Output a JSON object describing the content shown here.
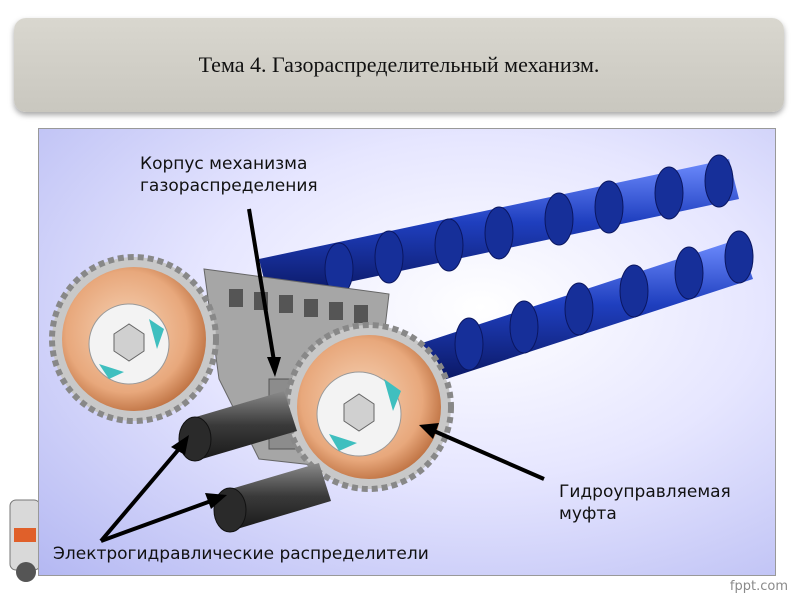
{
  "slide": {
    "title": "Тема 4. Газораспределительный механизм."
  },
  "figure": {
    "labels": {
      "housing_line1": "Корпус механизма",
      "housing_line2": "газораспределения",
      "coupling_line1": "Гидроуправляемая",
      "coupling_line2": "муфта",
      "valves": "Электрогидравлические распределители"
    }
  },
  "watermark": "fppt.com",
  "colors": {
    "camshaft": "#1f3fbf",
    "camshaft_dark": "#0d1f7a",
    "gear": "#e8a87c",
    "gear_dark": "#b86a3a",
    "housing": "#9a9a9a",
    "teal_vane": "#3fbfbf"
  }
}
